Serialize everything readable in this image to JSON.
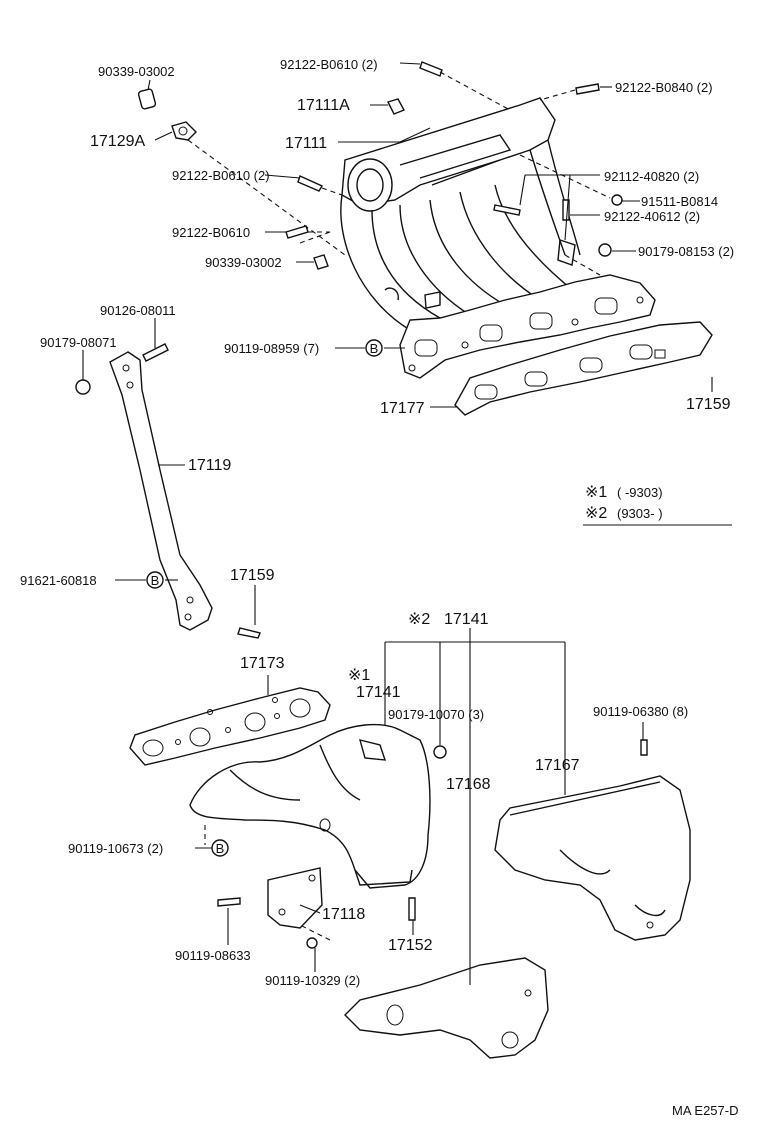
{
  "labels": {
    "p90339_top": "90339-03002",
    "p17129A": "17129A",
    "p92122_b0610_2_top": "92122-B0610 (2)",
    "p92122_b0840": "92122-B0840 (2)",
    "p17111A": "17111A",
    "p17111": "17111",
    "p92122_b0610_2_mid": "92122-B0610 (2)",
    "p92112_40820": "92112-40820 (2)",
    "p91511_b0814": "91511-B0814",
    "p92122_40612": "92122-40612 (2)",
    "p92122_b0610": "92122-B0610",
    "p90339_mid": "90339-03002",
    "p90179_08153": "90179-08153 (2)",
    "p90126_08011": "90126-08011",
    "p90179_08071": "90179-08071",
    "p90119_08959": "90119-08959 (7)",
    "p17177": "17177",
    "p17159_right": "17159",
    "p17119": "17119",
    "p91621_60818": "91621-60818",
    "p17159_left": "17159",
    "p17141_2": "17141",
    "p17173": "17173",
    "p17141_1": "17141",
    "p90179_10070": "90179-10070 (3)",
    "p90119_06380": "90119-06380 (8)",
    "p17168": "17168",
    "p17167": "17167",
    "p90119_10673": "90119-10673 (2)",
    "p17118": "17118",
    "p90119_08633": "90119-08633",
    "p17152": "17152",
    "p90119_10329": "90119-10329 (2)",
    "circle_b": "B",
    "mark1": "※1",
    "mark2": "※2",
    "legend1_range": "(        -9303)",
    "legend2_range": "(9303-        )",
    "footer_code": "MA E257-D"
  }
}
